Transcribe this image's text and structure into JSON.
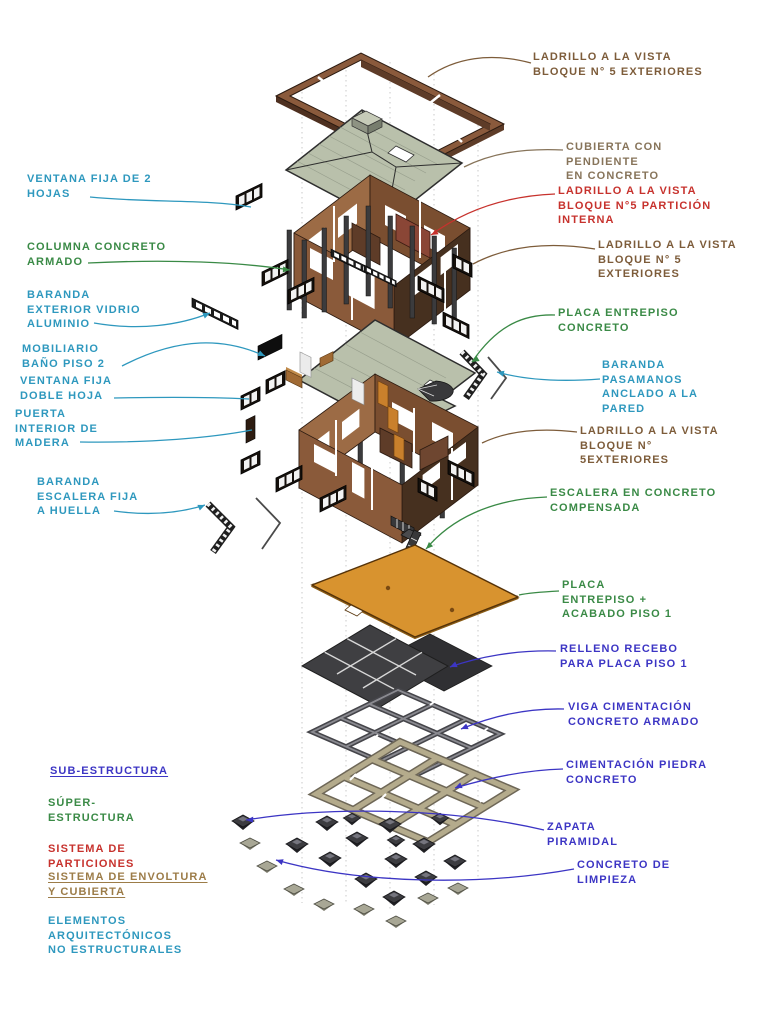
{
  "diagram": {
    "kind": "exploded axonometric construction diagram",
    "language": "es"
  },
  "colors": {
    "cyan_nonstructural": "#2e98be",
    "green_superstructure": "#3a8a46",
    "red_partitions": "#c7322d",
    "brown_envelope": "#7d5c3a",
    "taupe_roof_label": "#87745a",
    "blue_substructure": "#3c35c4",
    "tan_envelope_legend": "#9c7c48",
    "roof_slab": "#b9c0ab",
    "floor_finish_slab": "#d8932f",
    "wall_light": "#9c6b45",
    "wall_dark": "#46301f"
  },
  "labels": {
    "left": [
      {
        "id": "ventana-fija-2-hojas",
        "text": "VENTANA FIJA DE 2\nHOJAS",
        "color": "cyan"
      },
      {
        "id": "columna-concreto-armado",
        "text": "COLUMNA CONCRETO\nARMADO",
        "color": "green"
      },
      {
        "id": "baranda-exterior-vidrio-aluminio",
        "text": "BARANDA\nEXTERIOR VIDRIO\nALUMINIO",
        "color": "cyan"
      },
      {
        "id": "mobiliario-bano-piso-2",
        "text": "MOBILIARIO\nBAÑO PISO 2",
        "color": "cyan"
      },
      {
        "id": "ventana-fija-doble-hoja",
        "text": "VENTANA FIJA\nDOBLE HOJA",
        "color": "cyan"
      },
      {
        "id": "puerta-interior-de-madera",
        "text": "PUERTA\nINTERIOR DE\nMADERA",
        "color": "cyan"
      },
      {
        "id": "baranda-escalera-fija-a-huella",
        "text": "BARANDA\nESCALERA FIJA\nA HUELLA",
        "color": "cyan"
      }
    ],
    "right": [
      {
        "id": "ladrillo-vista-bloque5-ext-top",
        "text": "LADRILLO A LA VISTA\nBLOQUE N° 5 EXTERIORES",
        "color": "brown"
      },
      {
        "id": "cubierta-con-pendiente",
        "text": "CUBIERTA CON\nPENDIENTE\nEN CONCRETO",
        "color": "taupe"
      },
      {
        "id": "ladrillo-vista-particion-interna",
        "text": "LADRILLO A LA VISTA\nBLOQUE N°5 PARTICIÓN\nINTERNA",
        "color": "red"
      },
      {
        "id": "ladrillo-vista-bloque5-ext-mid",
        "text": "LADRILLO A LA VISTA\nBLOQUE N° 5\nEXTERIORES",
        "color": "brown"
      },
      {
        "id": "placa-entrepiso-concreto",
        "text": "PLACA ENTREPISO\nCONCRETO",
        "color": "green"
      },
      {
        "id": "baranda-pasamanos",
        "text": "BARANDA\nPASAMANOS\nANCLADO A LA\nPARED",
        "color": "cyan"
      },
      {
        "id": "ladrillo-vista-bloque5-ext-low",
        "text": "LADRILLO A LA VISTA\nBLOQUE N°\n5EXTERIORES",
        "color": "brown"
      },
      {
        "id": "escalera-concreto-compensada",
        "text": "ESCALERA EN CONCRETO\nCOMPENSADA",
        "color": "green"
      },
      {
        "id": "placa-entrepiso-acabado",
        "text": "PLACA\nENTREPISO +\nACABADO PISO 1",
        "color": "green"
      },
      {
        "id": "relleno-recebo",
        "text": "RELLENO RECEBO\nPARA PLACA PISO 1",
        "color": "blue"
      },
      {
        "id": "viga-cimentacion",
        "text": "VIGA CIMENTACIÓN\nCONCRETO ARMADO",
        "color": "blue"
      },
      {
        "id": "cimentacion-piedra",
        "text": "CIMENTACIÓN PIEDRA\nCONCRETO",
        "color": "blue"
      },
      {
        "id": "zapata-piramidal",
        "text": "ZAPATA\nPIRAMIDAL",
        "color": "blue"
      },
      {
        "id": "concreto-de-limpieza",
        "text": "CONCRETO DE\nLIMPIEZA",
        "color": "blue"
      }
    ],
    "legend": [
      {
        "id": "sub-estructura",
        "text": "SUB-ESTRUCTURA",
        "color": "blue",
        "underline": true
      },
      {
        "id": "super-estructura",
        "text": "SÚPER-\nESTRUCTURA",
        "color": "green",
        "underline": false
      },
      {
        "id": "sistema-de-particiones",
        "text": "SISTEMA DE\nPARTICIONES",
        "color": "red",
        "underline": false
      },
      {
        "id": "sistema-envoltura-cubierta",
        "text": "SISTEMA DE ENVOLTURA\nY CUBIERTA",
        "color": "tan",
        "underline": true
      },
      {
        "id": "elementos-arquitectonicos",
        "text": "ELEMENTOS\nARQUITECTÓNICOS\nNO ESTRUCTURALES",
        "color": "cyan",
        "underline": false
      }
    ]
  }
}
